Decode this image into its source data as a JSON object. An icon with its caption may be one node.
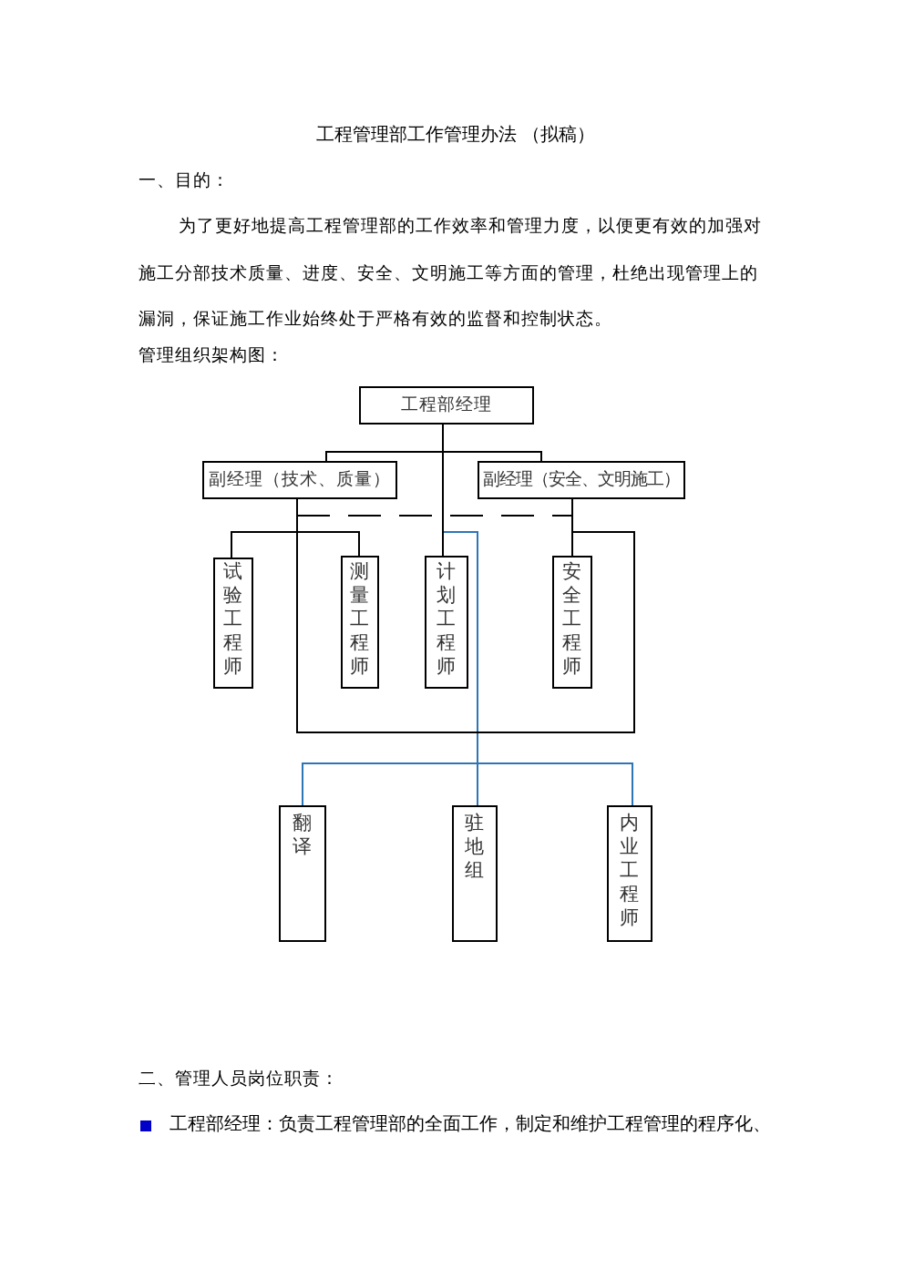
{
  "diagram": {
    "title": "工程管理部工作管理办法 （拟稿）",
    "nodes": [
      {
        "text": [
          "工程部经理"
        ]
      },
      {
        "text": [
          "副经理（技术、质量）"
        ]
      },
      {
        "text": [
          "副经理（安全、文明施工）"
        ]
      },
      {
        "text": [
          "试验工程师"
        ]
      },
      {
        "text": [
          "测量工程师"
        ]
      },
      {
        "text": [
          "计划工程师"
        ]
      },
      {
        "text": [
          "安全工程师"
        ]
      },
      {
        "text": [
          "翻译"
        ]
      },
      {
        "text": [
          "驻地组"
        ]
      },
      {
        "text": [
          "内业工程师"
        ]
      }
    ],
    "edges": [
      {
        "from": 0,
        "to": 1,
        "arrow": "none"
      },
      {
        "from": 0,
        "to": 2,
        "arrow": "none"
      },
      {
        "from": 1,
        "to": 3,
        "arrow": "none"
      },
      {
        "from": 1,
        "to": 4,
        "arrow": "none"
      },
      {
        "from": 0,
        "to": 5,
        "arrow": "none"
      },
      {
        "from": 2,
        "to": 6,
        "arrow": "none"
      },
      {
        "from": 1,
        "to": 2,
        "arrow": "none",
        "style": "dashed"
      },
      {
        "from": 1,
        "to": 2,
        "arrow": "none"
      },
      {
        "from": 0,
        "to": 7,
        "arrow": "none",
        "color": "#2e75b6"
      },
      {
        "from": 0,
        "to": 8,
        "arrow": "none",
        "color": "#2e75b6"
      },
      {
        "from": 0,
        "to": 9,
        "arrow": "none",
        "color": "#2e75b6"
      }
    ],
    "labels": [
      "一、目的：",
      "为了更好地提高工程管理部的工作效率和管理力度，以便更有效的加强对施工分部技术质量、进度、安全、文明施工等方面的管理，杜绝出现管理上的漏洞，保证施工作业始终处于严格有效的监督和控制状态。",
      "管理组织架构图：",
      "二、管理人员岗位职责：",
      "工程部经理：负责工程管理部的全面工作，制定和维护工程管理的程序化、"
    ]
  }
}
